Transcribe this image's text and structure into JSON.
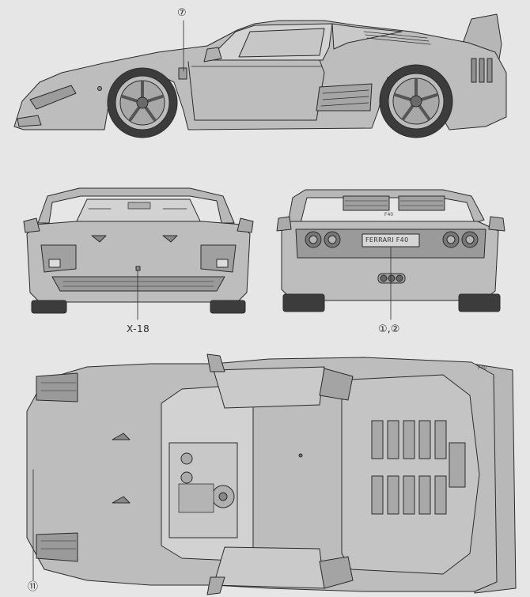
{
  "callouts": {
    "side_part": "⑦",
    "front_part": "X-18",
    "rear_parts": "①,②",
    "top_part": "⑪"
  },
  "rear_plate": "FERRARI F40",
  "rear_script": "F40",
  "top_badge": "F40",
  "colors": {
    "paper": "#e6e6e6",
    "body": "#bdbdbd",
    "body_dark": "#8c8c8c",
    "glass": "#d2d2d2",
    "line": "#2b2b2b",
    "tire": "#3c3c3c"
  }
}
